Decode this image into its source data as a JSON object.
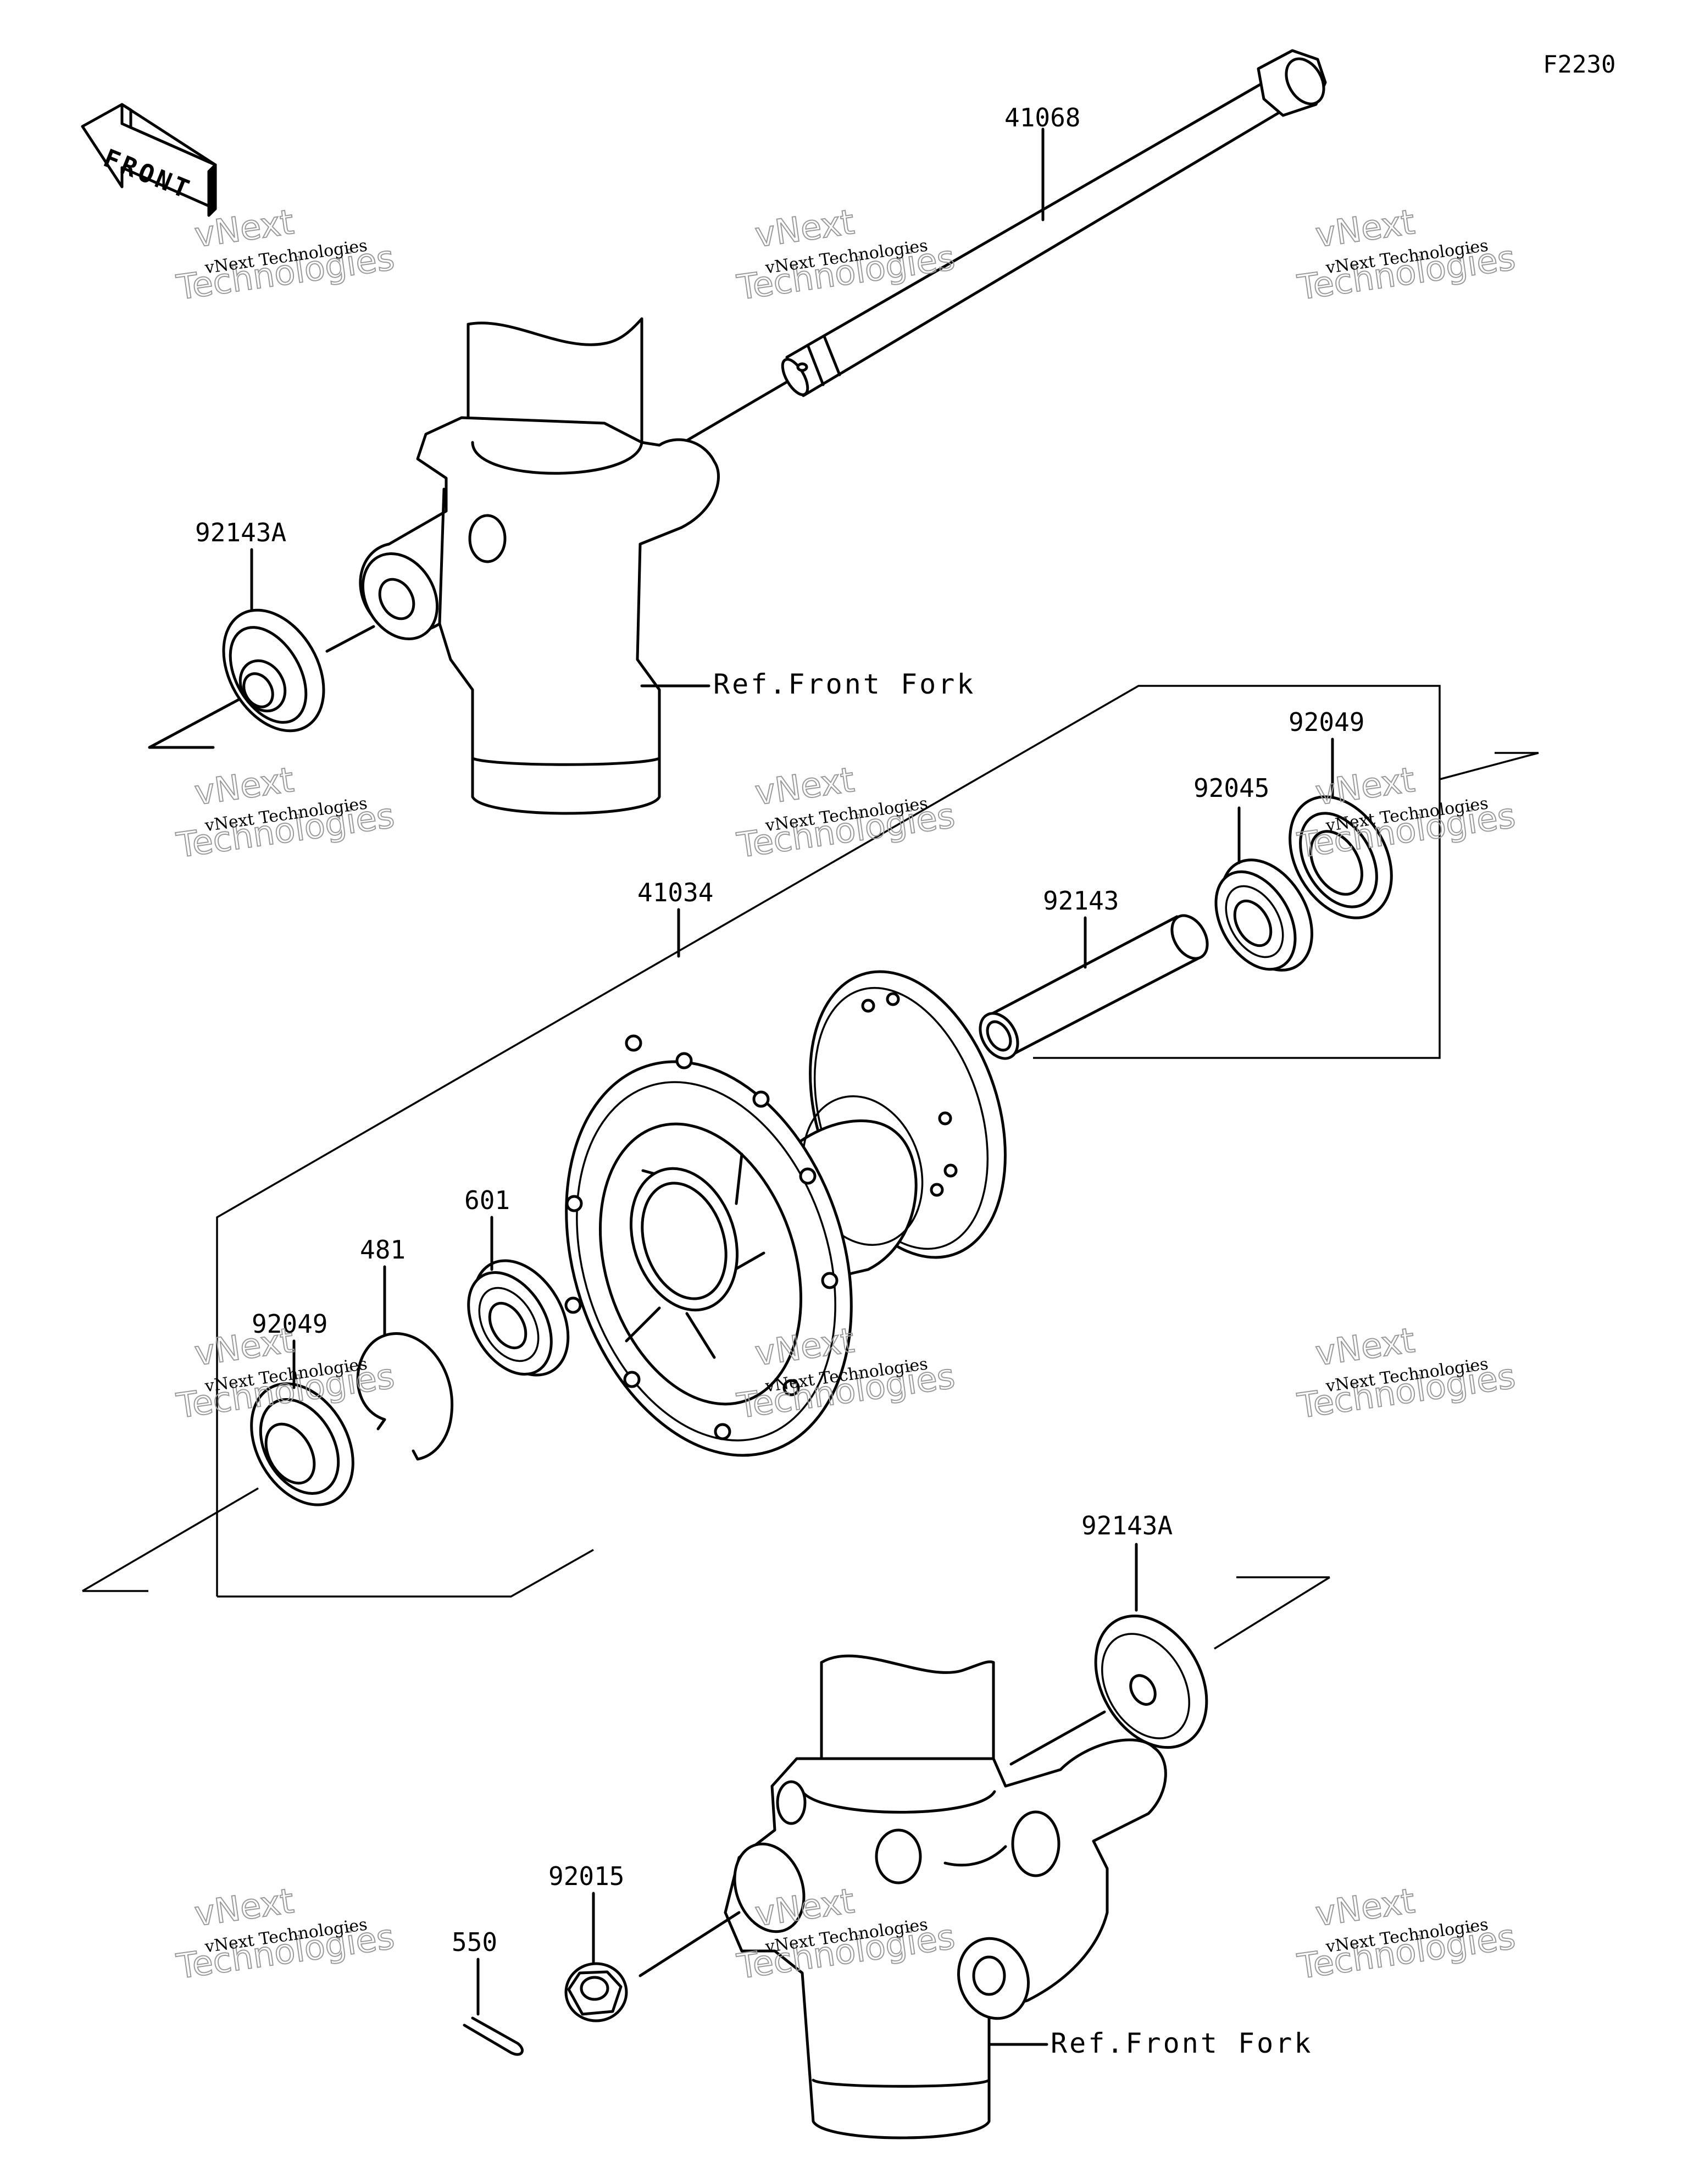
{
  "diagram_code": "F2230",
  "front_label": "FRONT",
  "parts": {
    "axle": "41068",
    "collar_top": "92143A",
    "collar_bottom": "92143A",
    "hub": "41034",
    "seal_right": "92049",
    "bearing_right": "92045",
    "spacer": "92143",
    "bearing_left": "601",
    "circlip": "481",
    "seal_left": "92049",
    "nut": "92015",
    "cotter_pin": "550"
  },
  "references": {
    "fork_top": "Ref.Front Fork",
    "fork_bottom": "Ref.Front Fork"
  },
  "watermark": {
    "small": "vNext Technologies",
    "big_line1": "vNext",
    "big_line2": "Technologies"
  }
}
